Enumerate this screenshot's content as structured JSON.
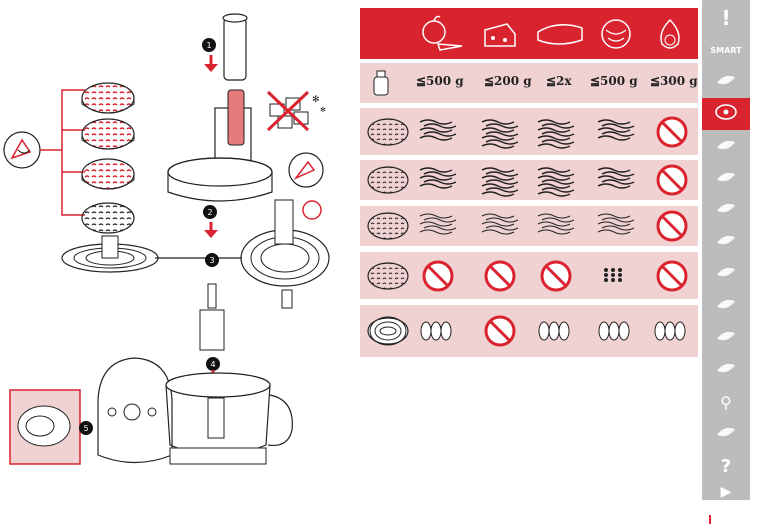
{
  "steps": {
    "callout_1": "1",
    "callout_2": "2",
    "callout_3": "3",
    "callout_4": "4",
    "callout_5": "5"
  },
  "table": {
    "header_icons": [
      "weight-icon",
      "apple-carrot-icon",
      "cheese-icon",
      "cucumber-icon",
      "cabbage-icon",
      "onion-icon"
    ],
    "quantities": [
      "≦500 g",
      "≦200 g",
      "≦2x",
      "≦500 g",
      "≦300 g"
    ],
    "rows": [
      {
        "disc": "coarse-grater-disc",
        "cells": [
          "shreds",
          "grated-cheese",
          "grated-cheese",
          "shreds",
          "not-allowed"
        ]
      },
      {
        "disc": "medium-grater-disc",
        "cells": [
          "shreds",
          "grated-cheese",
          "grated-cheese",
          "shreds",
          "not-allowed"
        ]
      },
      {
        "disc": "fine-grater-disc",
        "cells": [
          "fine-shreds",
          "fine-shreds",
          "fine-shreds",
          "fine-shreds",
          "not-allowed"
        ]
      },
      {
        "disc": "grinding-disc",
        "cells": [
          "not-allowed",
          "not-allowed",
          "not-allowed",
          "crumbs",
          "not-allowed"
        ]
      },
      {
        "disc": "slicing-disc",
        "cells": [
          "slices",
          "not-allowed",
          "slices",
          "slices",
          "slices"
        ]
      }
    ]
  },
  "sidebar": {
    "items": [
      "exclamation-icon",
      "smart-logo-icon",
      "leaf-icon",
      "disc-icon",
      "whisk-icon",
      "blender-icon",
      "leaf-icon",
      "dough-icon",
      "tap-icon",
      "recipe-icon",
      "faucet-icon",
      "recycle-icon",
      "search-icon",
      "certificate-icon",
      "question-icon",
      "next-page-icon"
    ],
    "active_index": 3,
    "smart_label": "SMART",
    "question_label": "?",
    "exclamation_label": "!"
  },
  "colors": {
    "accent": "#d9232e",
    "pink": "#f0d2d3",
    "sidebar": "#bcbcbc"
  }
}
